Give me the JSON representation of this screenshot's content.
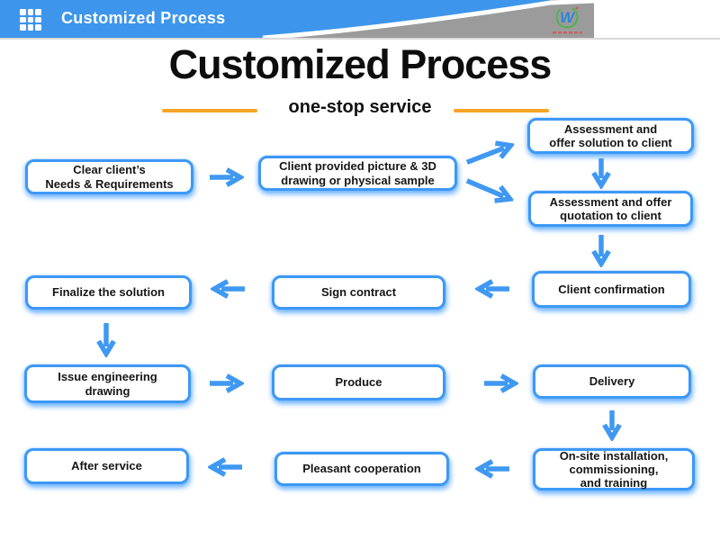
{
  "header": {
    "bar_title": "Customized Process",
    "logo_letter": "W"
  },
  "page": {
    "title": "Customized Process",
    "subtitle": "one-stop service"
  },
  "colors": {
    "header_blue": "#3e96ec",
    "header_gray": "#9b9b9b",
    "accent_orange": "#f8a426",
    "node_border_blue": "#3d98f5",
    "arrow_blue": "#3f98f2",
    "logo_green": "#52b153",
    "logo_red": "#d9534f"
  },
  "flow": {
    "nodes": [
      {
        "id": "clear-needs",
        "label": "Clear client’s\nNeeds & Requirements"
      },
      {
        "id": "client-provided",
        "label": "Client provided picture & 3D\ndrawing or physical sample"
      },
      {
        "id": "assessment-solution",
        "label": "Assessment and\noffer solution to client"
      },
      {
        "id": "assessment-quotation",
        "label": "Assessment and offer\nquotation to client"
      },
      {
        "id": "client-confirmation",
        "label": "Client confirmation"
      },
      {
        "id": "sign-contract",
        "label": "Sign contract"
      },
      {
        "id": "finalize-solution",
        "label": "Finalize the solution"
      },
      {
        "id": "issue-engineering",
        "label": "Issue engineering\ndrawing"
      },
      {
        "id": "produce",
        "label": "Produce"
      },
      {
        "id": "delivery",
        "label": "Delivery"
      },
      {
        "id": "onsite-installation",
        "label": "On-site installation,\ncommissioning,\nand training"
      },
      {
        "id": "pleasant-cooperation",
        "label": "Pleasant cooperation"
      },
      {
        "id": "after-service",
        "label": "After service"
      }
    ]
  }
}
